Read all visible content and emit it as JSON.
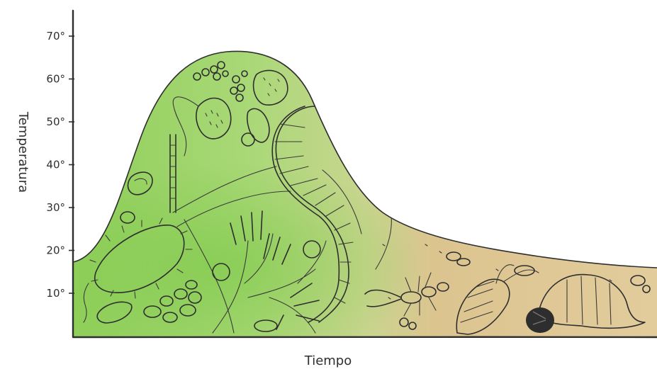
{
  "axes": {
    "y_label": "Temperatura",
    "x_label": "Tiempo",
    "y_ticks": [
      "10°",
      "20°",
      "30°",
      "40°",
      "50°",
      "60°",
      "70°"
    ]
  },
  "colors": {
    "mesophilic_fill": "#8fcf5a",
    "mesophilic_light": "#c8e6a0",
    "soil_fill": "#dcc48f",
    "ink": "#2e2e2e"
  },
  "regions": [
    {
      "name": "bacteria-and-fungi-zone",
      "color": "green"
    },
    {
      "name": "invertebrate-zone",
      "color": "tan"
    }
  ]
}
